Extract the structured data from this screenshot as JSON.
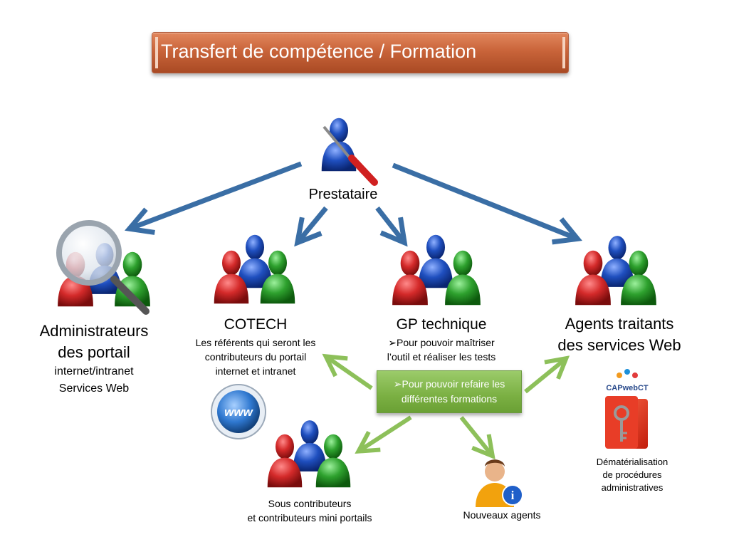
{
  "title": "Transfert de compétence / Formation",
  "nodes": {
    "prestataire": "Prestataire",
    "admin": {
      "line1": "Administrateurs",
      "line2": "des portail",
      "line3": "internet/intranet",
      "line4": "Services Web"
    },
    "cotech": {
      "title": "COTECH",
      "line1": "Les référents qui seront les",
      "line2": "contributeurs du portail",
      "line3": "internet et intranet"
    },
    "gp": {
      "title": "GP technique",
      "line1": "Pour pouvoir maîtriser",
      "line2": "l’outil et réaliser les tests"
    },
    "agents": {
      "line1": "Agents traitants",
      "line2": "des services Web"
    },
    "training_box": {
      "line1": "Pour pouvoir refaire les",
      "line2": "différentes formations"
    },
    "sous": {
      "line1": "Sous contributeurs",
      "line2": "et contributeurs mini portails"
    },
    "nouveaux": "Nouveaux agents",
    "dematerialisation": {
      "line1": "Dématérialisation",
      "line2": "de procédures",
      "line3": "administratives"
    }
  },
  "logos": {
    "www": "www",
    "capwebct": "CAPwebCT"
  },
  "colors": {
    "title_bar": "#c9643a",
    "blue_arrow": "#3a6ea5",
    "green_arrow": "#8dc05a",
    "green_box": "#7bb043",
    "red_person": "#d42a2a",
    "green_person": "#2ea12e",
    "blue_person": "#1f4fbf"
  }
}
